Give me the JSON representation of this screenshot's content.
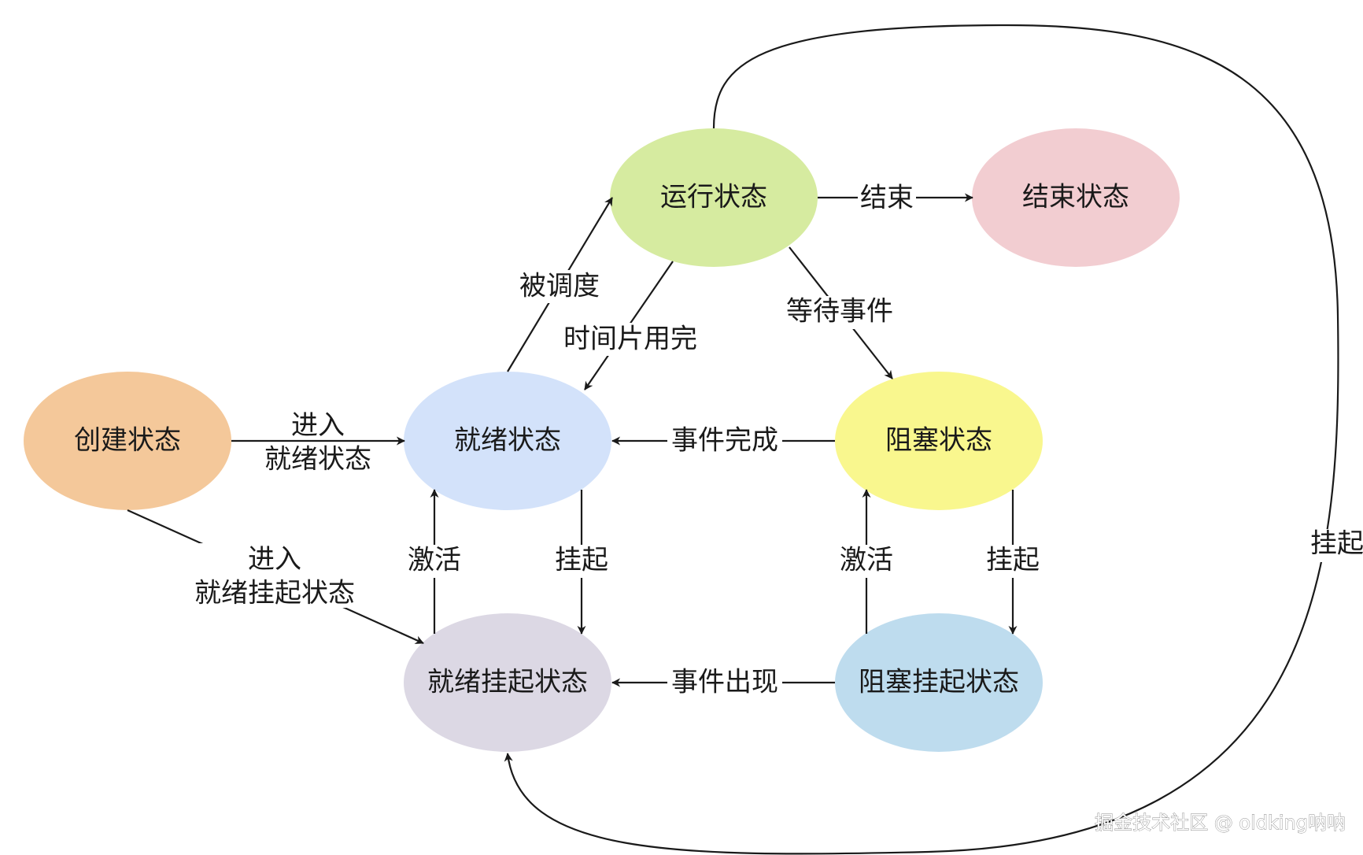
{
  "nodes": {
    "created": {
      "label": "创建状态",
      "color": "#F4C89A"
    },
    "ready": {
      "label": "就绪状态",
      "color": "#D3E2FA"
    },
    "running": {
      "label": "运行状态",
      "color": "#D6EBA0"
    },
    "terminated": {
      "label": "结束状态",
      "color": "#F2CDD1"
    },
    "blocked": {
      "label": "阻塞状态",
      "color": "#F9F78E"
    },
    "ready_suspended": {
      "label": "就绪挂起状态",
      "color": "#DCD8E4"
    },
    "blocked_suspended": {
      "label": "阻塞挂起状态",
      "color": "#BEDCEE"
    }
  },
  "edges": {
    "created_to_ready": {
      "line1": "进入",
      "line2": "就绪状态"
    },
    "created_to_ready_suspended": {
      "line1": "进入",
      "line2": "就绪挂起状态"
    },
    "ready_to_running": {
      "label": "被调度"
    },
    "running_to_ready": {
      "label": "时间片用完"
    },
    "running_to_terminated": {
      "label": "结束"
    },
    "running_to_blocked": {
      "label": "等待事件"
    },
    "blocked_to_ready": {
      "label": "事件完成"
    },
    "ready_suspended_to_ready": {
      "label": "激活"
    },
    "ready_to_ready_suspended": {
      "label": "挂起"
    },
    "blocked_suspended_to_blocked": {
      "label": "激活"
    },
    "blocked_to_blocked_suspended": {
      "label": "挂起"
    },
    "blocked_suspended_to_ready_suspended": {
      "label": "事件出现"
    },
    "running_to_ready_suspended": {
      "label": "挂起"
    }
  },
  "watermark": "掘金技术社区 @ oldking呐呐"
}
